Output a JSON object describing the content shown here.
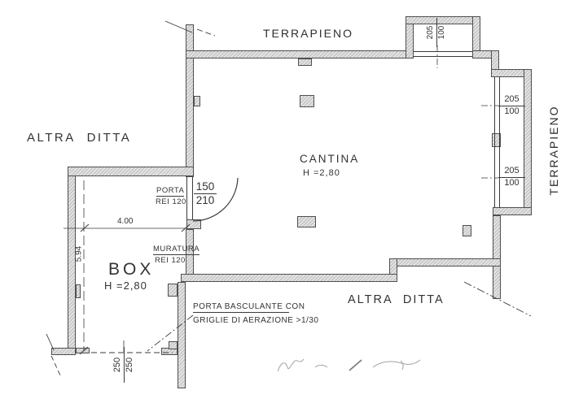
{
  "drawing": {
    "site": {
      "terrapieno_top": "TERRAPIENO",
      "terrapieno_right": "TERRAPIENO",
      "altra_ditta_left": "ALTRA DITTA",
      "altra_ditta_bottom": "ALTRA DITTA"
    },
    "rooms": {
      "cantina": {
        "name": "CANTINA",
        "height": "H =2,80"
      },
      "box": {
        "name": "BOX",
        "height": "H =2,80"
      }
    },
    "annotations": {
      "porta": {
        "line1": "PORTA",
        "line2": "REI 120"
      },
      "muratura": {
        "line1": "MURATURA",
        "line2": "REI 120"
      },
      "basculante": {
        "line1": "PORTA BASCULANTE CON",
        "line2": "GRIGLIE DI AERAZIONE >1/30"
      }
    },
    "dimensions": {
      "door": {
        "num": "150",
        "den": "210"
      },
      "niche": {
        "num": "205",
        "den": "100"
      },
      "bay_upper": {
        "num": "205",
        "den": "100"
      },
      "bay_lower": {
        "num": "205",
        "den": "100"
      },
      "garage": {
        "num": "250",
        "den": "250"
      },
      "box_width": "4.00",
      "box_depth": "5.94"
    },
    "colors": {
      "wall_fill": "#d6d6d6",
      "wall_edge": "#4f4f4f",
      "line": "#3a3a3a",
      "text": "#333333",
      "faint": "#9b9b9b",
      "background": "#ffffff"
    }
  }
}
